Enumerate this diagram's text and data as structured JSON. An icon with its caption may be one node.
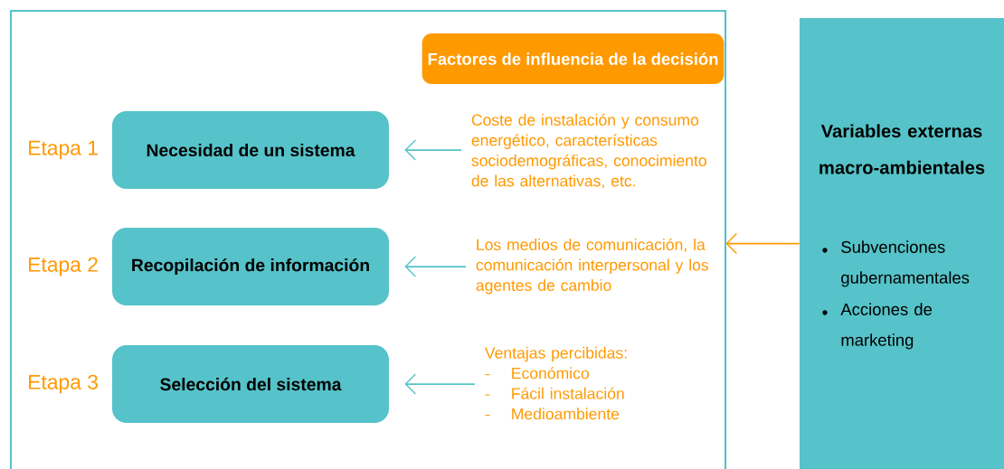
{
  "diagram": {
    "nodes": [
      {
        "text": [],
        "shape": "box"
      },
      {
        "text": [
          "Factores de influencia de la decisión"
        ],
        "in": 0
      },
      {
        "text": [
          "Necesidad de un sistema"
        ],
        "in": 0,
        "beside": [
          "Etapa 1"
        ]
      },
      {
        "text": [
          "Recopilación de información"
        ],
        "in": 0,
        "beside": [
          "Etapa 2"
        ]
      },
      {
        "text": [
          "Selección del sistema"
        ],
        "in": 0,
        "beside": [
          "Etapa 3"
        ]
      },
      {
        "text": [
          "Coste de instalación y consumo energético, características sociodemográficas, conocimiento de las alternativas, etc."
        ],
        "in": 0
      },
      {
        "text": [
          "Los medios de comunicación, la comunicación interpersonal y los agentes de cambio"
        ],
        "in": 0
      },
      {
        "text": [
          "Ventajas percibidas:",
          "Económico",
          "Fácil instalación",
          "Medioambiente"
        ],
        "in": 0
      },
      {
        "text": [
          "Variables externas macro-ambientales",
          "Subvenciones gubernamentales",
          "Acciones de marketing"
        ]
      }
    ],
    "edges": [
      {
        "from": 5,
        "to": 2,
        "arrow": "to"
      },
      {
        "from": 6,
        "to": 3,
        "arrow": "to"
      },
      {
        "from": 7,
        "to": 4,
        "arrow": "to"
      },
      {
        "from": 8,
        "to": 0,
        "arrow": "to",
        "color": "#ff9900"
      }
    ]
  }
}
